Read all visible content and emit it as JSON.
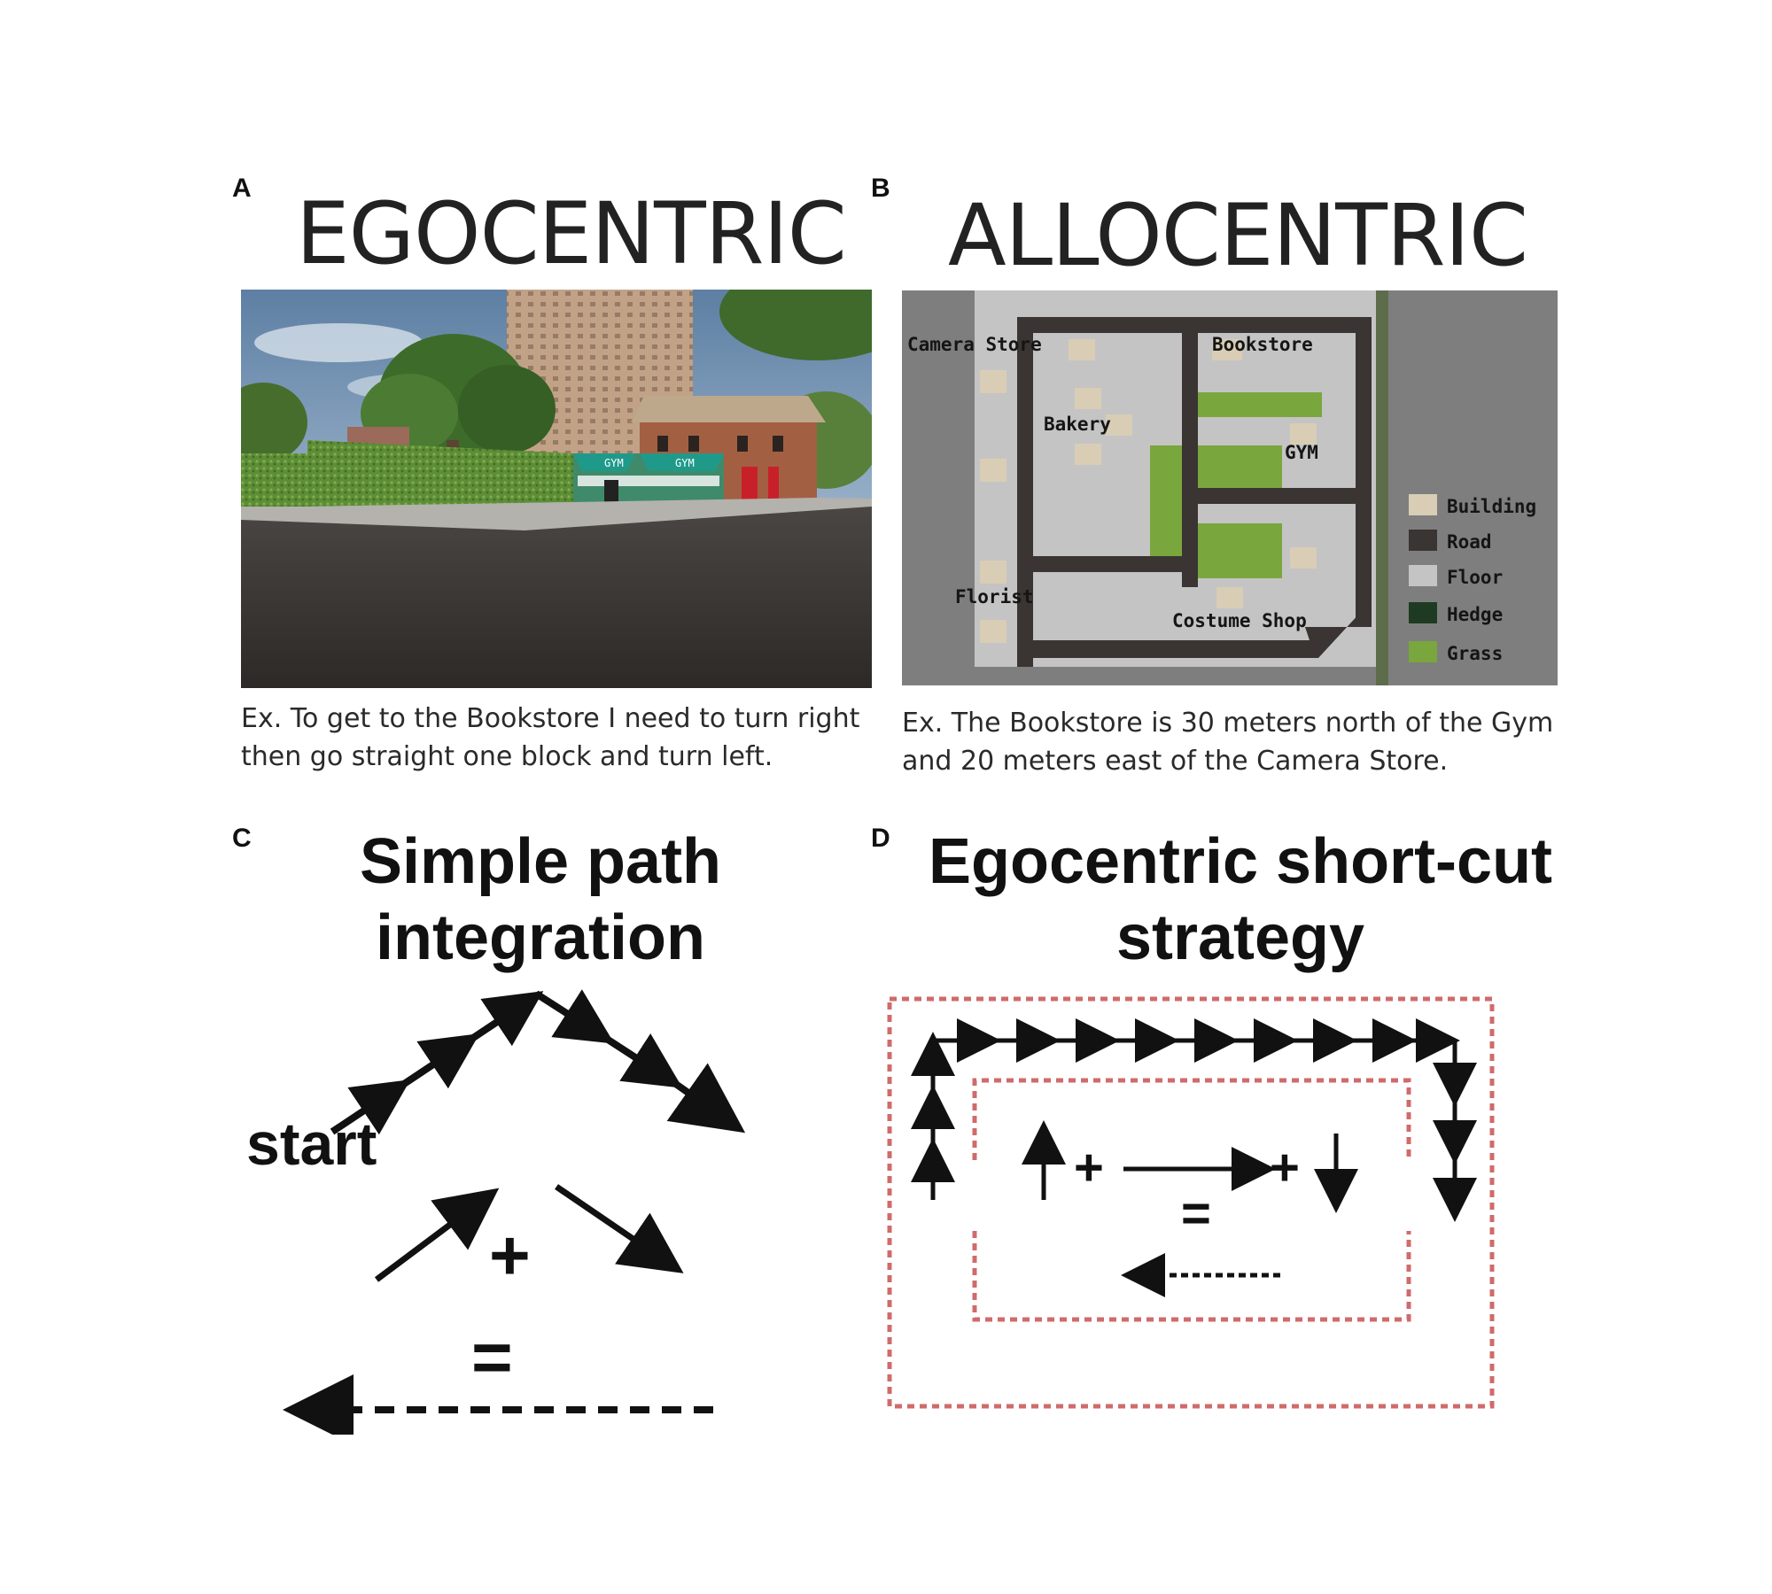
{
  "panels": {
    "A": {
      "letter": "A",
      "title": "EGOCENTRIC",
      "caption_lines": [
        "Ex.  To get to the Bookstore  I need to turn right",
        "then go straight one block and turn left."
      ],
      "scene_signs": [
        "GYM",
        "GYM"
      ]
    },
    "B": {
      "letter": "B",
      "title": "ALLOCENTRIC",
      "caption_lines": [
        "Ex. The Bookstore is 30 meters north of the Gym",
        "and 20 meters east of the Camera Store."
      ],
      "map_labels": {
        "camera_store": "Camera  Store",
        "bookstore": "Bookstore",
        "bakery": "Bakery",
        "gym": "GYM",
        "florist": "Florist",
        "costume_shop": "Costume  Shop"
      },
      "legend": [
        {
          "label": "Building",
          "color": "#d9cdb6"
        },
        {
          "label": "Road",
          "color": "#3a3432"
        },
        {
          "label": "Floor",
          "color": "#c4c4c4"
        },
        {
          "label": "Hedge",
          "color": "#1f3a22"
        },
        {
          "label": "Grass",
          "color": "#7aa63e"
        }
      ]
    },
    "C": {
      "letter": "C",
      "title_lines": [
        "Simple path",
        "integration"
      ],
      "start_label": "start",
      "plus": "+",
      "equals": "="
    },
    "D": {
      "letter": "D",
      "title_lines": [
        "Egocentric short-cut",
        "strategy"
      ],
      "plus": "+",
      "equals": "="
    }
  },
  "colors": {
    "dotted_red": "#d06b6b",
    "arrow": "#111111"
  }
}
